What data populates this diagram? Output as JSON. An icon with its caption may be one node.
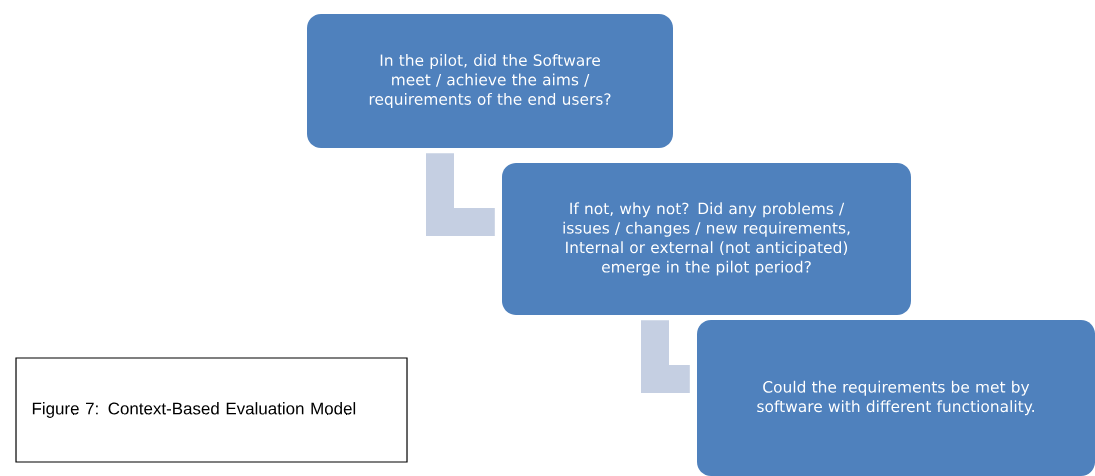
{
  "diagram": {
    "caption": "Figure 7: Context-Based Evaluation Model",
    "nodes": [
      {
        "text": [
          "In the pilot, did the Software meet / achieve the aims / requirements of the end users?"
        ]
      },
      {
        "text": [
          "If not, why not? Did any problems / issues / changes / new requirements, Internal or external (not anticipated) emerge in the pilot period?"
        ]
      },
      {
        "text": [
          "Could the requirements be met by software with different functionality."
        ]
      }
    ],
    "edges": [
      {
        "from": 0,
        "to": 1,
        "arrow": "none"
      },
      {
        "from": 1,
        "to": 2,
        "arrow": "none"
      }
    ]
  }
}
